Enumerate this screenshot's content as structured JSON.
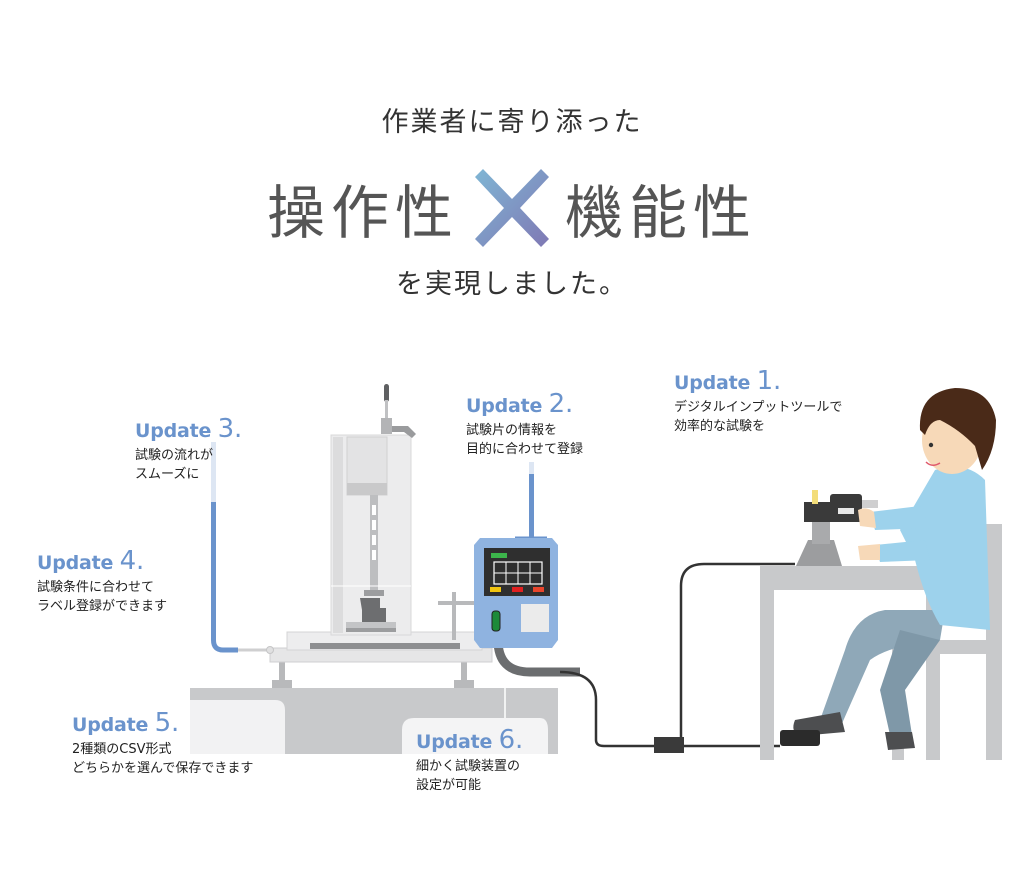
{
  "headline": {
    "line1": "作業者に寄り添った",
    "left_word": "操作性",
    "cross_symbol": "×",
    "right_word": "機能性",
    "line3": "を実現しました。"
  },
  "colors": {
    "accent_blue": "#6a93cc",
    "cross_gradient_start": "#7fb6d4",
    "cross_gradient_end": "#7f78b4",
    "machine_gray": "#c8c9cb",
    "shirt_blue": "#9dd2ec",
    "pants_blue": "#8fa8b8"
  },
  "updates": [
    {
      "prefix": "Update",
      "number": "1.",
      "lines": [
        "デジタルインプットツールで",
        "効率的な試験を"
      ]
    },
    {
      "prefix": "Update",
      "number": "2.",
      "lines": [
        "試験片の情報を",
        "目的に合わせて登録"
      ]
    },
    {
      "prefix": "Update",
      "number": "3.",
      "lines": [
        "試験の流れが",
        "スムーズに"
      ]
    },
    {
      "prefix": "Update",
      "number": "4.",
      "lines": [
        "試験条件に合わせて",
        "ラベル登録ができます"
      ]
    },
    {
      "prefix": "Update",
      "number": "5.",
      "lines": [
        "2種類のCSV形式",
        "どちらかを選んで保存できます"
      ]
    },
    {
      "prefix": "Update",
      "number": "6.",
      "lines": [
        "細かく試験装置の",
        "設定が可能"
      ]
    }
  ]
}
